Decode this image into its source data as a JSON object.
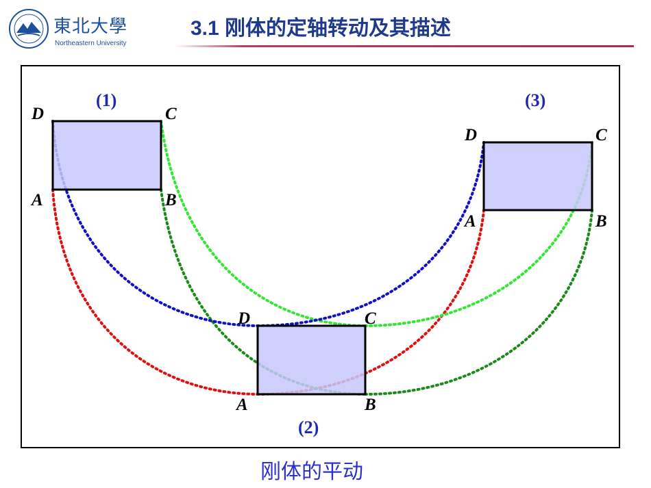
{
  "logo": {
    "name_cn": "東北大學",
    "name_en": "Northeastern University"
  },
  "header": {
    "title": "3.1 刚体的定轴转动及其描述"
  },
  "diagram": {
    "position_labels": [
      "(1)",
      "(2)",
      "(3)"
    ],
    "vertex_labels": {
      "A": "A",
      "B": "B",
      "C": "C",
      "D": "D"
    },
    "colors": {
      "rect_fill": "#c5c8fa",
      "path_A": "#e01010",
      "path_B": "#1a8a1a",
      "path_C": "#33e633",
      "path_D": "#1010c8",
      "frame": "#000000"
    }
  },
  "caption": "刚体的平动"
}
